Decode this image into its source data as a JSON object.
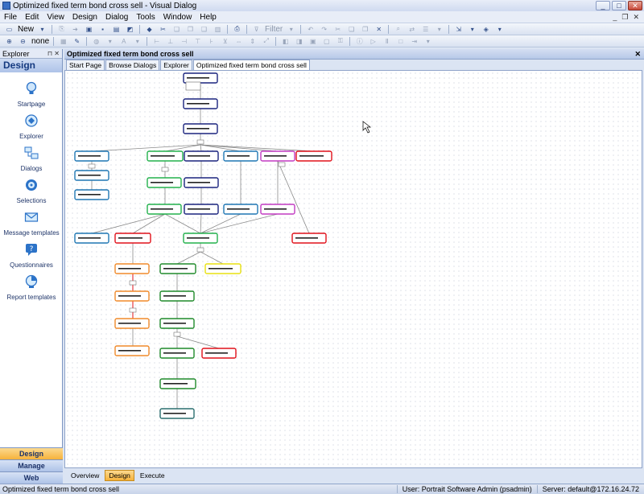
{
  "window": {
    "title": "Optimized fixed term bond cross sell - Visual Dialog"
  },
  "menu": [
    "File",
    "Edit",
    "View",
    "Design",
    "Dialog",
    "Tools",
    "Window",
    "Help"
  ],
  "toolbar": {
    "new_label": "New",
    "filter_label": "Filter",
    "zoom_label": "none"
  },
  "explorer": {
    "header": "Explorer",
    "title": "Design",
    "items": [
      {
        "label": "Startpage",
        "icon": "lightbulb-icon"
      },
      {
        "label": "Explorer",
        "icon": "explorer-icon"
      },
      {
        "label": "Dialogs",
        "icon": "dialogs-icon"
      },
      {
        "label": "Selections",
        "icon": "selections-icon"
      },
      {
        "label": "Message templates",
        "icon": "envelope-icon"
      },
      {
        "label": "Questionnaires",
        "icon": "questionnaire-icon"
      },
      {
        "label": "Report templates",
        "icon": "report-icon"
      }
    ],
    "bottom_tabs": [
      "Design",
      "Manage",
      "Web"
    ]
  },
  "document": {
    "header": "Optimized fixed term bond cross sell",
    "tabs": [
      "Start Page",
      "Browse Dialogs",
      "Explorer",
      "Optimized fixed term bond cross sell"
    ],
    "active_tab": 3
  },
  "view_tabs": [
    "Overview",
    "Design",
    "Execute"
  ],
  "active_view_tab": 1,
  "status": {
    "left": "Optimized fixed term bond cross sell",
    "user": "User: Portrait Software Admin (psadmin)",
    "server": "Server: default@172.16.24.72"
  }
}
